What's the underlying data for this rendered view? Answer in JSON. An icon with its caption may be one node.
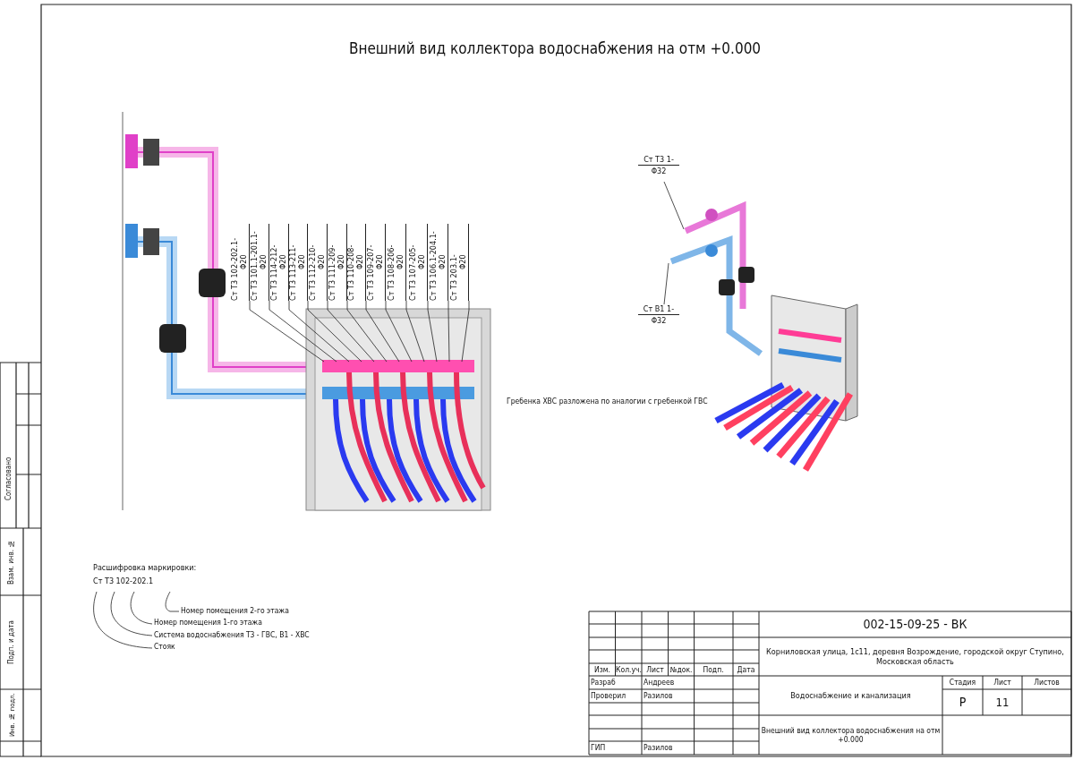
{
  "diagram": {
    "title": "Внешний вид коллектора водоснабжения на отм +0.000",
    "nodes": [
      {
        "text": [
          "Ст Т3 102-202.1-",
          "Φ20"
        ]
      },
      {
        "text": [
          "Ст Т3 101.1-201.1-",
          "Φ20"
        ]
      },
      {
        "text": [
          "Ст Т3 114-212-",
          "Φ20"
        ]
      },
      {
        "text": [
          "Ст Т3 113-211-",
          "Φ20"
        ]
      },
      {
        "text": [
          "Ст Т3 112-210-",
          "Φ20"
        ]
      },
      {
        "text": [
          "Ст Т3 111-209-",
          "Φ20"
        ]
      },
      {
        "text": [
          "Ст Т3 110-208-",
          "Φ20"
        ]
      },
      {
        "text": [
          "Ст Т3 109-207-",
          "Φ20"
        ]
      },
      {
        "text": [
          "Ст Т3 108-206-",
          "Φ20"
        ]
      },
      {
        "text": [
          "Ст Т3 107-205-",
          "Φ20"
        ]
      },
      {
        "text": [
          "Ст Т3 106.1-204.1-",
          "Φ20"
        ]
      },
      {
        "text": [
          "Ст Т3 203.1-",
          "Φ20"
        ]
      },
      {
        "text": [
          "Ст Т3 1-",
          "Φ32"
        ]
      },
      {
        "text": [
          "Ст В1 1-",
          "Φ32"
        ]
      },
      {
        "text": [],
        "shape": "picture"
      },
      {
        "text": [],
        "shape": "picture"
      }
    ],
    "edges": [
      {
        "from": 0,
        "to": null,
        "arrow": "none"
      },
      {
        "from": 1,
        "to": null,
        "arrow": "none"
      },
      {
        "from": 2,
        "to": null,
        "arrow": "none"
      },
      {
        "from": 3,
        "to": null,
        "arrow": "none"
      },
      {
        "from": 4,
        "to": null,
        "arrow": "none"
      },
      {
        "from": 5,
        "to": null,
        "arrow": "none"
      },
      {
        "from": 6,
        "to": null,
        "arrow": "none"
      },
      {
        "from": 7,
        "to": null,
        "arrow": "none"
      },
      {
        "from": 8,
        "to": null,
        "arrow": "none"
      },
      {
        "from": 9,
        "to": null,
        "arrow": "none"
      },
      {
        "from": 10,
        "to": null,
        "arrow": "none"
      },
      {
        "from": 11,
        "to": null,
        "arrow": "none"
      },
      {
        "from": 12,
        "to": 14,
        "arrow": "none"
      },
      {
        "from": 13,
        "to": 15,
        "arrow": "none"
      }
    ],
    "labels": [
      "Гребенка ХВС разложена по аналогии с гребенкой ГВС",
      "Расшифровка маркировки:",
      "Ст Т3 102-202.1",
      "Номер помещения 2-го этажа",
      "Номер помещения 1-го этажа",
      "Система водоснабжения Т3 - ГВС, В1 - ХВС",
      "Стояк",
      "Согласовано",
      "Взам. инв. №",
      "Подп. и дата",
      "Инв. № подл.",
      "002-15-09-25 - ВК",
      "Корниловская улица, 1с11, деревня Возрождение, городской округ Ступино, Московская область",
      "Изм.",
      "Кол.уч.",
      "Лист",
      "№док.",
      "Подп.",
      "Дата",
      "Разраб",
      "Андреев",
      "Стадия",
      "Лист",
      "Листов",
      "Проверил",
      "Разилов",
      "Водоснабжение и канализация",
      "Р",
      "11",
      "Внешний вид коллектора водоснабжения на отм +0.000",
      "ГИП",
      "Разилов"
    ]
  }
}
